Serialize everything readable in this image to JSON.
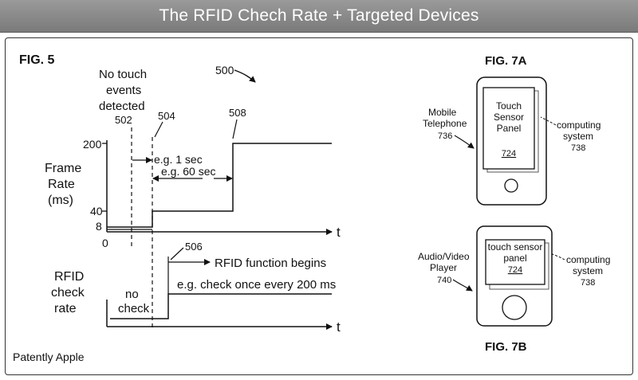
{
  "banner": {
    "title": "The RFID Chech Rate + Targeted Devices"
  },
  "credit": "Patently Apple",
  "fig5": {
    "label": "FIG. 5",
    "ref_500": "500",
    "ref_502": "502",
    "ref_504": "504",
    "ref_506": "506",
    "ref_508": "508",
    "no_touch": [
      "No touch",
      "events",
      "detected"
    ],
    "ylabel": [
      "Frame",
      "Rate",
      "(ms)"
    ],
    "ticks": [
      "200",
      "40",
      "8",
      "0"
    ],
    "axis_t": "t",
    "eg_1sec": "e.g. 1 sec",
    "eg_60sec": "e.g. 60 sec",
    "rfid_begins": "RFID function begins",
    "rfid_every": "e.g. check once every 200 ms",
    "rfid_label": [
      "RFID",
      "check",
      "rate"
    ],
    "no_check": [
      "no",
      "check"
    ]
  },
  "fig7a": {
    "label": "FIG. 7A",
    "device": [
      "Mobile",
      "Telephone",
      "736"
    ],
    "panel": [
      "Touch",
      "Sensor",
      "Panel"
    ],
    "panel_ref": "724",
    "system": [
      "computing",
      "system",
      "738"
    ]
  },
  "fig7b": {
    "label": "FIG. 7B",
    "device": [
      "Audio/Video",
      "Player",
      "740"
    ],
    "panel": [
      "touch sensor",
      "panel"
    ],
    "panel_ref": "724",
    "system": [
      "computing",
      "system",
      "738"
    ]
  }
}
